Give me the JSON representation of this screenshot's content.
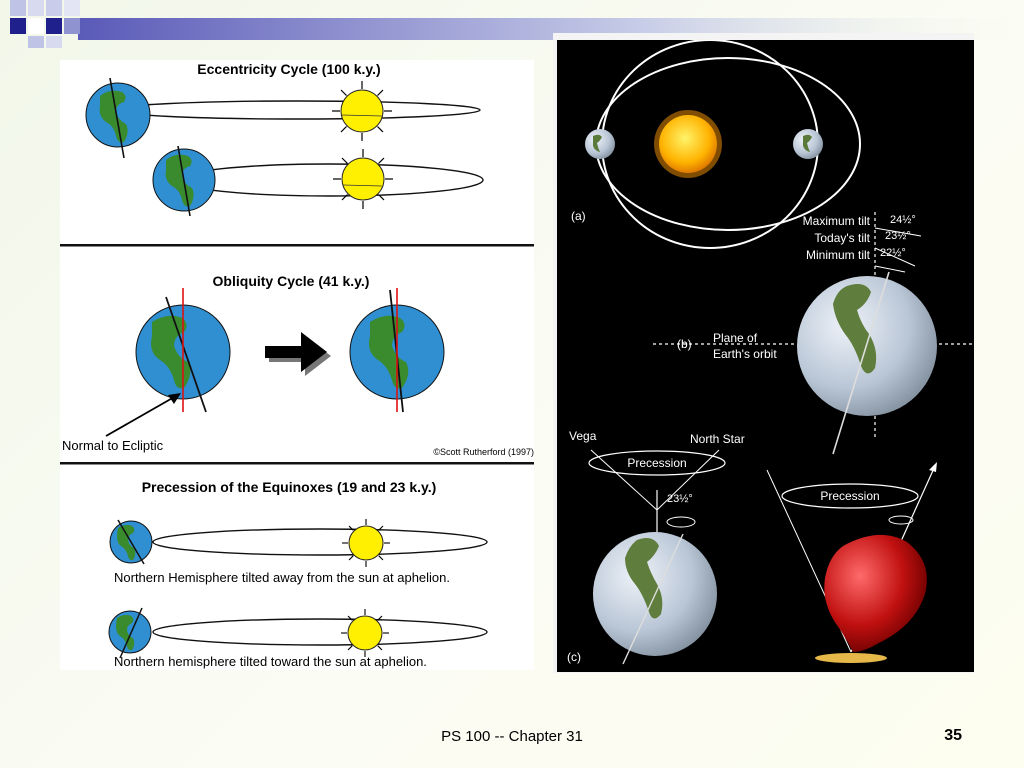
{
  "left_figure": {
    "eccentricity_title": "Eccentricity Cycle (100 k.y.)",
    "obliquity_title": "Obliquity Cycle (41 k.y.)",
    "normal_label": "Normal to Ecliptic",
    "credit": "©Scott Rutherford (1997)",
    "precession_title": "Precession of the Equinoxes (19 and 23 k.y.)",
    "caption_away": "Northern Hemisphere tilted away from the sun at aphelion.",
    "caption_toward": "Northern hemisphere tilted toward the sun at aphelion."
  },
  "right_figure": {
    "label_a": "(a)",
    "label_b": "(b)",
    "label_c": "(c)",
    "max_tilt": "Maximum tilt",
    "today_tilt": "Today's tilt",
    "min_tilt": "Minimum tilt",
    "angle_max": "24½°",
    "angle_today": "23½°",
    "angle_min": "22½°",
    "plane_line1": "Plane of",
    "plane_line2": "Earth's orbit",
    "vega": "Vega",
    "north_star": "North Star",
    "precession_1": "Precession",
    "precession_2": "Precession",
    "angle_c": "23½°"
  },
  "footer": {
    "chapter": "PS 100 -- Chapter 31",
    "page": "35"
  },
  "colors": {
    "ocean": "#2f8fd0",
    "land": "#3a8a2e",
    "sun": "#ffef00",
    "accent_blue": "#2a2aa6"
  }
}
